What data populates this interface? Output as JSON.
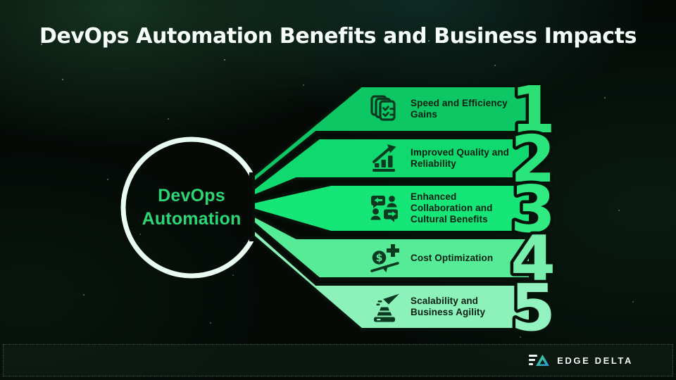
{
  "title": "DevOps Automation Benefits and Business Impacts",
  "hub": {
    "label": "DevOps Automation",
    "text_color": "#2bd673",
    "ring_color": "#e9fcf0"
  },
  "items": [
    {
      "number": "1",
      "label": "Speed and Efficiency Gains",
      "icon": "checklist-docs-icon",
      "color": "#0cc764",
      "number_color": "#2ae075"
    },
    {
      "number": "2",
      "label": "Improved Quality and Reliability",
      "icon": "growth-chart-icon",
      "color": "#10da6f",
      "number_color": "#2ae57c"
    },
    {
      "number": "3",
      "label": "Enhanced Collaboration and Cultural Benefits",
      "icon": "collaboration-chat-icon",
      "color": "#16e578",
      "number_color": "#30ea82"
    },
    {
      "number": "4",
      "label": "Cost Optimization",
      "icon": "cost-balance-icon",
      "color": "#56eb97",
      "number_color": "#79efad",
      "icon_symbol": "$"
    },
    {
      "number": "5",
      "label": "Scalability and Business Agility",
      "icon": "scalability-launch-icon",
      "color": "#8df2b9",
      "number_color": "#93f3c0"
    }
  ],
  "footer": {
    "brand": "EDGE DELTA"
  }
}
